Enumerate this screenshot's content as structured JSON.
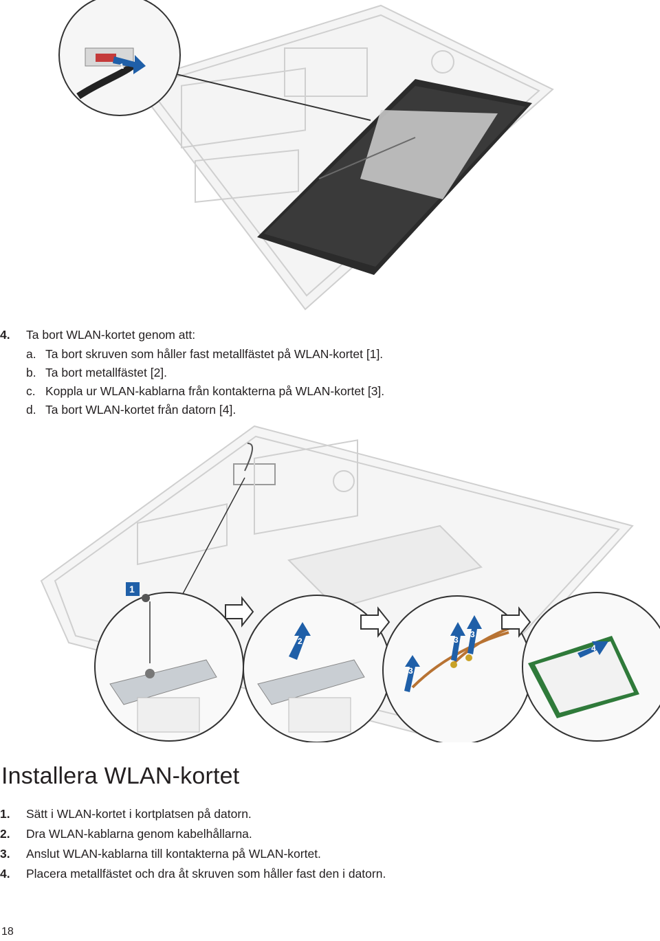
{
  "removal_step": {
    "number": "4.",
    "text": "Ta bort WLAN-kortet genom att:",
    "substeps": [
      {
        "letter": "a.",
        "text": "Ta bort skruven som håller fast metallfästet på WLAN-kortet [1]."
      },
      {
        "letter": "b.",
        "text": "Ta bort metallfästet [2]."
      },
      {
        "letter": "c.",
        "text": "Koppla ur WLAN-kablarna från kontakterna på WLAN-kortet [3]."
      },
      {
        "letter": "d.",
        "text": "Ta bort WLAN-kortet från datorn [4]."
      }
    ]
  },
  "figures": {
    "battery_callouts": [
      "1"
    ],
    "wlan_callouts": [
      "1",
      "2",
      "3",
      "3",
      "3",
      "4"
    ]
  },
  "section_heading": "Installera WLAN-kortet",
  "install_steps": [
    {
      "number": "1.",
      "text": "Sätt i WLAN-kortet i kortplatsen på datorn."
    },
    {
      "number": "2.",
      "text": "Dra WLAN-kablarna genom kabelhållarna."
    },
    {
      "number": "3.",
      "text": "Anslut WLAN-kablarna till kontakterna på WLAN-kortet."
    },
    {
      "number": "4.",
      "text": "Placera metallfästet och dra åt skruven som håller fast den i datorn."
    }
  ],
  "page_number": "18",
  "colors": {
    "callout": "#1f5fa8",
    "text": "#231f20",
    "outline": "#c8c8c8"
  }
}
